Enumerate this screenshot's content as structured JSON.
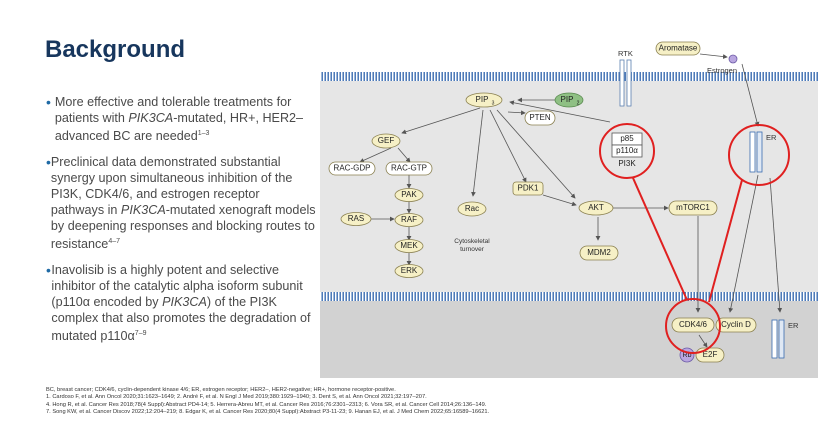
{
  "title": "Background",
  "bullets": [
    {
      "parts": [
        {
          "t": "More effective and tolerable treatments for patients with "
        },
        {
          "t": "PIK3CA",
          "i": true
        },
        {
          "t": "-mutated, HR+, HER2– advanced BC are needed"
        },
        {
          "t": "1–3",
          "sup": true
        }
      ]
    },
    {
      "parts": [
        {
          "t": "Preclinical data demonstrated substantial synergy upon simultaneous inhibition of the PI3K, CDK4/6, and estrogen receptor pathways in "
        },
        {
          "t": "PIK3CA",
          "i": true
        },
        {
          "t": "-mutated xenograft models by deepening responses and blocking routes to resistance"
        },
        {
          "t": "4–7",
          "sup": true
        }
      ]
    },
    {
      "parts": [
        {
          "t": "Inavolisib is a highly potent and selective inhibitor of the catalytic alpha isoform subunit (p110α encoded by "
        },
        {
          "t": "PIK3CA",
          "i": true
        },
        {
          "t": ") of the PI3K complex that also promotes the degradation of mutated p110α"
        },
        {
          "t": "7–9",
          "sup": true
        }
      ]
    }
  ],
  "diagram": {
    "aromatase": "Aromatase",
    "estrogen": "Estrogen",
    "rtk": "RTK",
    "er_top": "ER",
    "er_bottom": "ER",
    "pip3": "PIP",
    "pip3_sub": "3",
    "pip2": "PIP",
    "pip2_sub": "2",
    "pten": "PTEN",
    "p85": "p85",
    "p110a": "p110α",
    "pi3k": "PI3K",
    "gef": "GEF",
    "rac_gdp": "RAC-GDP",
    "rac_gtp": "RAC-GTP",
    "pak": "PAK",
    "ras": "RAS",
    "raf": "RAF",
    "mek": "MEK",
    "erk": "ERK",
    "rac": "Rac",
    "cyto1": "Cytoskeletal",
    "cyto2": "turnover",
    "pdk1": "PDK1",
    "akt": "AKT",
    "mtorc1": "mTORC1",
    "mdm2": "MDM2",
    "cdk46": "CDK4/6",
    "cyclind": "Cyclin D",
    "rb": "Rb",
    "e2f": "E2F",
    "colors": {
      "node_fill": "#f6f0c6",
      "node_stroke": "#8a8050",
      "highlight": "#e02020",
      "cell": "#e6e6e6",
      "nucleus": "#d2d2d2",
      "membrane": "#3a6cb0",
      "pip2_fill": "#8fc084"
    }
  },
  "refs": [
    "BC, breast cancer; CDK4/6, cyclin-dependent kinase 4/6; ER, estrogen receptor; HER2–, HER2-negative; HR+, hormone receptor-positive.",
    "1. Cardoso F, et al. Ann Oncol 2020;31:1623–1649; 2. André F, et al. N Engl J Med 2019;380:1929–1940; 3. Dent S, et al. Ann Oncol 2021;32:197–207.",
    "4. Hong R, et al. Cancer Res 2018;78(4 Suppl):Abstract PD4-14; 5. Herrera-Abreu MT, et al. Cancer Res 2016;76:2301–2313; 6. Vora SR, et al. Cancer Cell 2014;26:136–149.",
    "7. Song KW, et al. Cancer Discov 2022;12:204–219; 8. Edgar K, et al. Cancer Res 2020;80(4 Suppl):Abstract P3-11-23; 9. Hanan EJ, et al. J Med Chem 2022;65:16589–16621."
  ]
}
